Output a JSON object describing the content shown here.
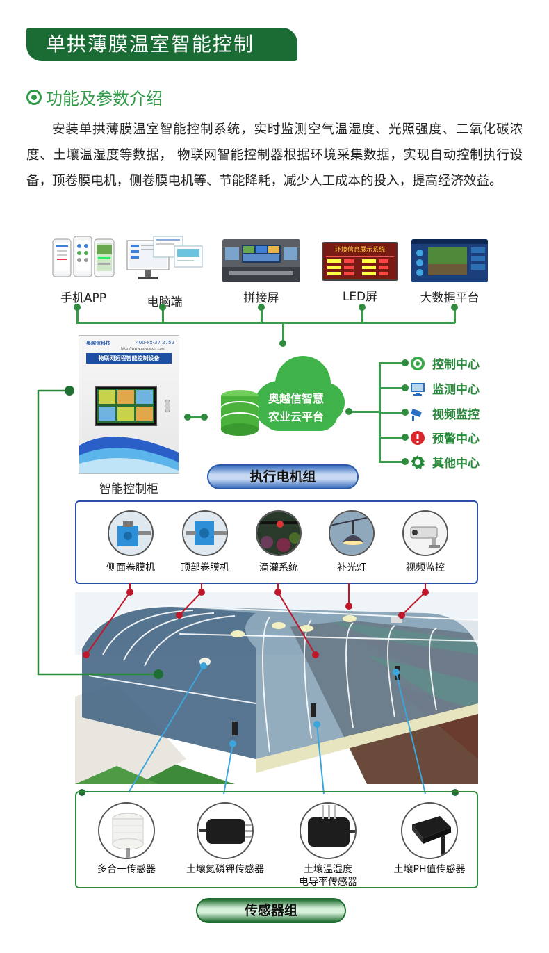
{
  "banner": {
    "title": "单拱薄膜温室智能控制"
  },
  "section": {
    "heading": "功能及参数介绍",
    "intro": "安装单拱薄膜温室智能控制系统，实时监测空气温湿度、光照强度、二氧化碳浓度、土壤温湿度等数据， 物联网智能控制器根据环境采集数据，实现自动控制执行设备，顶卷膜电机，侧卷膜电机等、节能降耗，减少人工成本的投入，提高经济效益。"
  },
  "terminals": [
    {
      "label": "手机APP",
      "icon": "phone-app-icon"
    },
    {
      "label": "电脑端",
      "icon": "computer-icon"
    },
    {
      "label": "拼接屏",
      "icon": "splice-screen-icon"
    },
    {
      "label": "LED屏",
      "icon": "led-screen-icon"
    },
    {
      "label": "大数据平台",
      "icon": "bigdata-platform-icon"
    }
  ],
  "led_screen_title": "环境信息展示系统",
  "cabinet": {
    "label": "智能控制柜",
    "brand": "奥越信科技",
    "phone": "400-xx-37 2752",
    "website": "http://www.aoyuexin.com",
    "title": "物联网远程智能控制设备"
  },
  "cloud": {
    "line1": "奥越信智慧",
    "line2": "农业云平台"
  },
  "centers": [
    {
      "label": "控制中心",
      "icon": "control-center-icon",
      "color": "#2a8a3c"
    },
    {
      "label": "监测中心",
      "icon": "monitor-center-icon",
      "color": "#2a6ec2"
    },
    {
      "label": "视频监控",
      "icon": "camera-icon",
      "color": "#2a6ec2"
    },
    {
      "label": "预警中心",
      "icon": "warning-icon",
      "color": "#d9262c"
    },
    {
      "label": "其他中心",
      "icon": "gear-icon",
      "color": "#2a8a3c"
    }
  ],
  "actuator_group": {
    "title": "执行电机组",
    "devices": [
      {
        "label": "侧面卷膜机",
        "icon": "side-film-roller-icon"
      },
      {
        "label": "顶部卷膜机",
        "icon": "top-film-roller-icon"
      },
      {
        "label": "滴灌系统",
        "icon": "drip-irrigation-icon"
      },
      {
        "label": "补光灯",
        "icon": "grow-light-icon"
      },
      {
        "label": "视频监控",
        "icon": "video-camera-icon"
      }
    ]
  },
  "sensor_group": {
    "title": "传感器组",
    "sensors": [
      {
        "label": "多合一传感器",
        "icon": "multi-sensor-icon"
      },
      {
        "label": "土壤氮磷钾传感器",
        "icon": "soil-npk-sensor-icon"
      },
      {
        "label": "土壤温湿度\n电导率传感器",
        "line1": "土壤温湿度",
        "line2": "电导率传感器",
        "icon": "soil-temp-humidity-sensor-icon"
      },
      {
        "label": "土壤PH值传感器",
        "icon": "soil-ph-sensor-icon"
      }
    ]
  },
  "colors": {
    "brand_green": "#1a6b34",
    "accent_green": "#2e9a45",
    "actuator_blue": "#2d4ea8",
    "marker_red": "#c0182a",
    "sensor_blue": "#3aa6dc"
  }
}
